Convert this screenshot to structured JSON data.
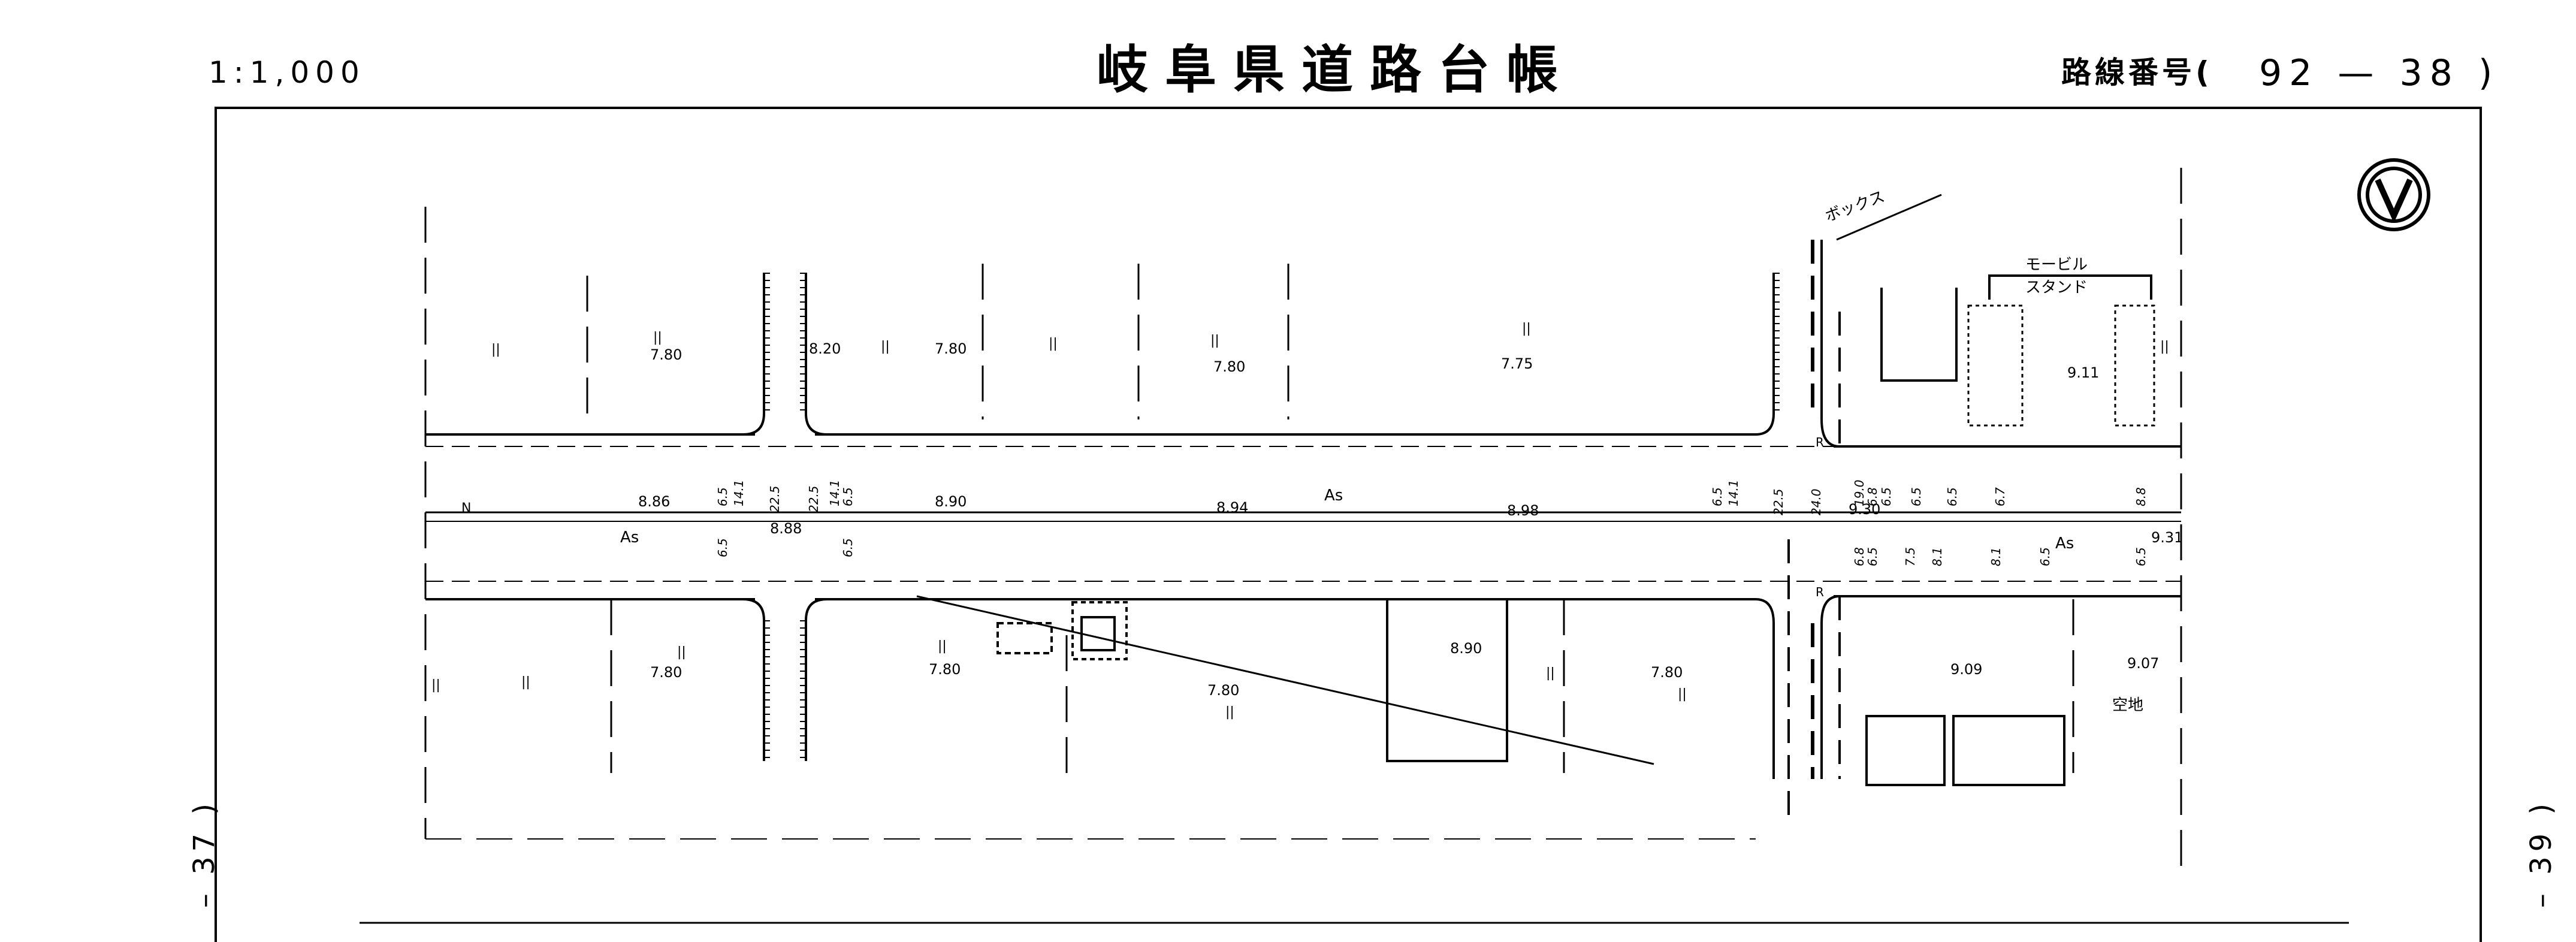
{
  "header": {
    "scale": "1:1,000",
    "title": "岐阜県道路台帳",
    "route_label": "路線番号(",
    "route_number": "92 — 38 )"
  },
  "margin": {
    "prev_sheet": "– 37 )",
    "next_sheet": "– 39 )"
  },
  "map": {
    "north_icon": "north-arrow-icon",
    "pavement": "As",
    "box_label": "ボックス",
    "mobil_label_1": "モービル",
    "mobil_label_2": "スタンド",
    "vacant_lot": "空地",
    "north_mark": "N",
    "curve_mark": "R",
    "rice_field": "||",
    "elevations": [
      "7.80",
      "8.20",
      "7.80",
      "7.80",
      "7.75",
      "9.11",
      "8.86",
      "8.90",
      "8.94",
      "8.98",
      "8.88",
      "9.30",
      "9.31",
      "7.80",
      "7.80",
      "7.80",
      "8.90",
      "7.80",
      "9.09",
      "9.07"
    ],
    "widths": [
      "6.5",
      "14.1",
      "22.5",
      "22.5",
      "14.1",
      "6.5",
      "6.5",
      "6.5",
      "6.5",
      "14.1",
      "22.5",
      "24.0",
      "19.0",
      "6.8",
      "6.5",
      "6.5",
      "6.5",
      "6.7",
      "8.8",
      "6.8",
      "6.5",
      "7.5",
      "8.1",
      "8.1",
      "6.5",
      "6.5"
    ]
  }
}
